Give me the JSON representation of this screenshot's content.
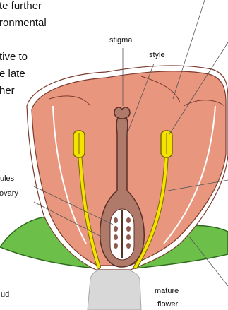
{
  "text_fragments": [
    "te further",
    "ronmental",
    "tive to",
    "e late",
    "her",
    "ules",
    "ovary",
    "ud"
  ],
  "labels": {
    "stigma": "stigma",
    "style": "style",
    "mature": "mature",
    "flower": "flower"
  },
  "colors": {
    "petal": "#e9967f",
    "petal_outline": "#7a3b2e",
    "stamen": "#f4e300",
    "pistil": "#b07a6a",
    "sepal": "#6cc04a",
    "receptacle": "#d8d8d8",
    "leader_line": "#555555"
  }
}
